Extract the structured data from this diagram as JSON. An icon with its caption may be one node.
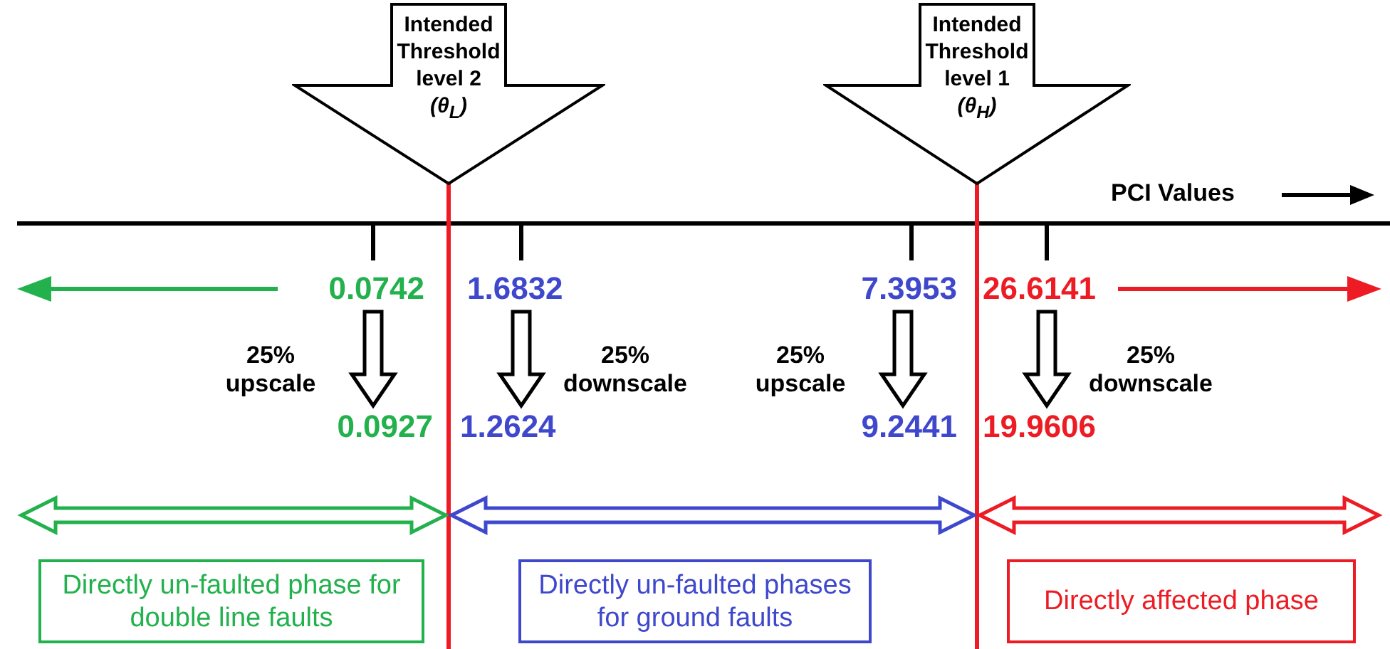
{
  "diagram": {
    "nodes": [
      {
        "text": [
          "Intended Threshold level 2 (θ$_{L}$)"
        ]
      },
      {
        "text": [
          "Intended Threshold level 1 (θ$_{H}$)"
        ]
      },
      {
        "text": [
          "0.0742"
        ]
      },
      {
        "text": [
          "1.6832"
        ]
      },
      {
        "text": [
          "7.3953"
        ]
      },
      {
        "text": [
          "26.6141"
        ]
      },
      {
        "text": [
          "0.0927"
        ]
      },
      {
        "text": [
          "1.2624"
        ]
      },
      {
        "text": [
          "9.2441"
        ]
      },
      {
        "text": [
          "19.9606"
        ]
      },
      {
        "text": [
          "Directly un-faulted phase for double line faults"
        ]
      },
      {
        "text": [
          "Directly un-faulted phases for ground faults"
        ]
      },
      {
        "text": [
          "Directly affected phase"
        ]
      }
    ],
    "edges": [
      {
        "from": 2,
        "to": 6,
        "arrow": "to",
        "label": "25% upscale"
      },
      {
        "from": 3,
        "to": 7,
        "arrow": "to",
        "label": "25% downscale"
      },
      {
        "from": 4,
        "to": 8,
        "arrow": "to",
        "label": "25% upscale"
      },
      {
        "from": 5,
        "to": 9,
        "arrow": "to",
        "label": "25% downscale"
      }
    ],
    "labels": [
      "PCI Values"
    ]
  }
}
